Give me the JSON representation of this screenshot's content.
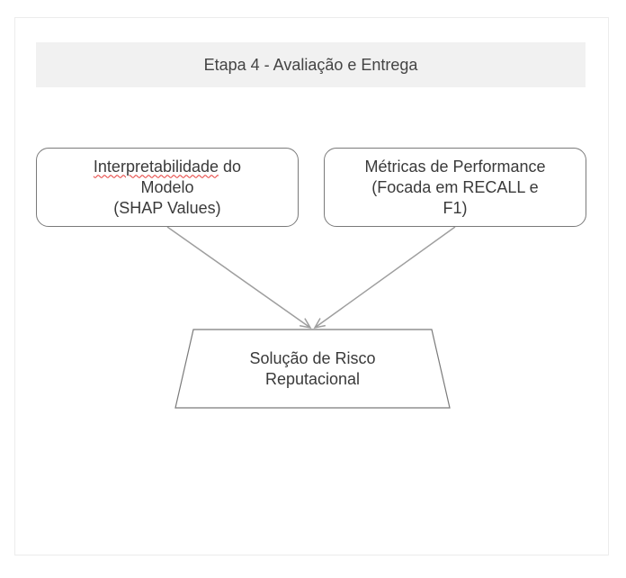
{
  "header": {
    "title": "Etapa 4 - Avaliação e Entrega"
  },
  "nodes": {
    "interpretability": {
      "word1": "Interpretabilidade",
      "word2": " do",
      "line2": "Modelo",
      "line3": "(SHAP Values)"
    },
    "metrics": {
      "line1": "Métricas de Performance",
      "line2": "(Focada em RECALL e",
      "line3": "F1)"
    },
    "solution": {
      "line1": "Solução de Risco",
      "line2": "Reputacional"
    }
  },
  "colors": {
    "header_bg": "#f1f1f1",
    "border": "#7a7a7a",
    "arrow": "#9e9e9e",
    "spellcheck_underline": "#e53935"
  }
}
